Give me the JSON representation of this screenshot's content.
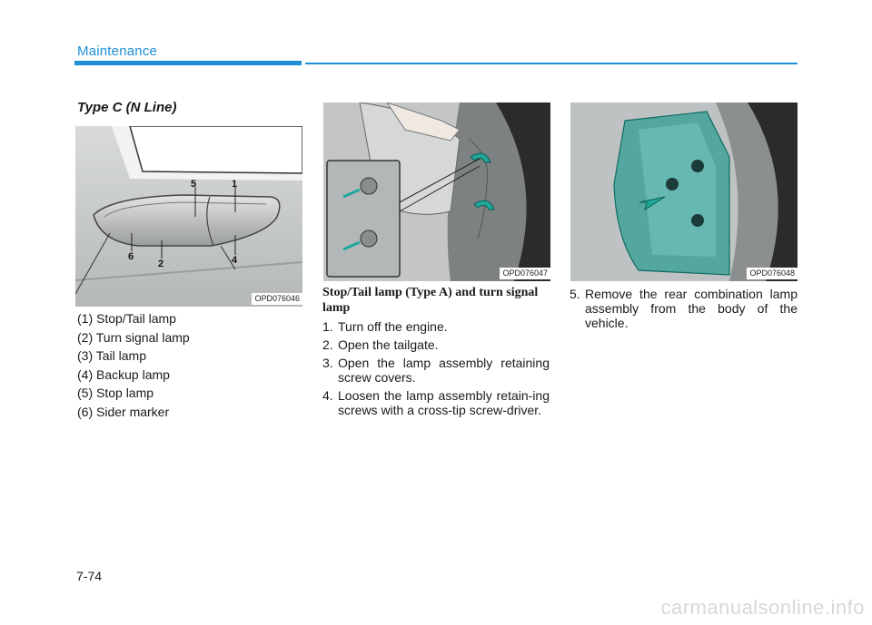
{
  "header": {
    "section": "Maintenance"
  },
  "heading": "Type C (N Line)",
  "figures": {
    "fig1": {
      "code": "OPD076046",
      "callouts": [
        "5",
        "1",
        "6",
        "2",
        "4"
      ]
    },
    "fig2": {
      "code": "OPD076047"
    },
    "fig3": {
      "code": "OPD076048"
    }
  },
  "legend": [
    "(1) Stop/Tail lamp",
    "(2) Turn signal lamp",
    "(3) Tail lamp",
    "(4) Backup lamp",
    "(5) Stop lamp",
    "(6) Sider marker"
  ],
  "subheading": "Stop/Tail lamp (Type A) and turn signal lamp",
  "steps_left": [
    {
      "num": "1.",
      "text": "Turn off the engine."
    },
    {
      "num": "2.",
      "text": "Open the tailgate."
    },
    {
      "num": "3.",
      "text": "Open the lamp assembly retaining screw covers."
    },
    {
      "num": "4.",
      "text": "Loosen the lamp assembly retain-ing screws with a cross-tip screw-driver."
    }
  ],
  "steps_right": [
    {
      "num": "5.",
      "text": "Remove the rear combination lamp assembly from the body of the vehicle."
    }
  ],
  "footer": {
    "page": "7-74"
  },
  "watermark": "carmanualsonline.info",
  "colors": {
    "accent": "#1c8fd6",
    "highlight": "#1fa89a"
  }
}
